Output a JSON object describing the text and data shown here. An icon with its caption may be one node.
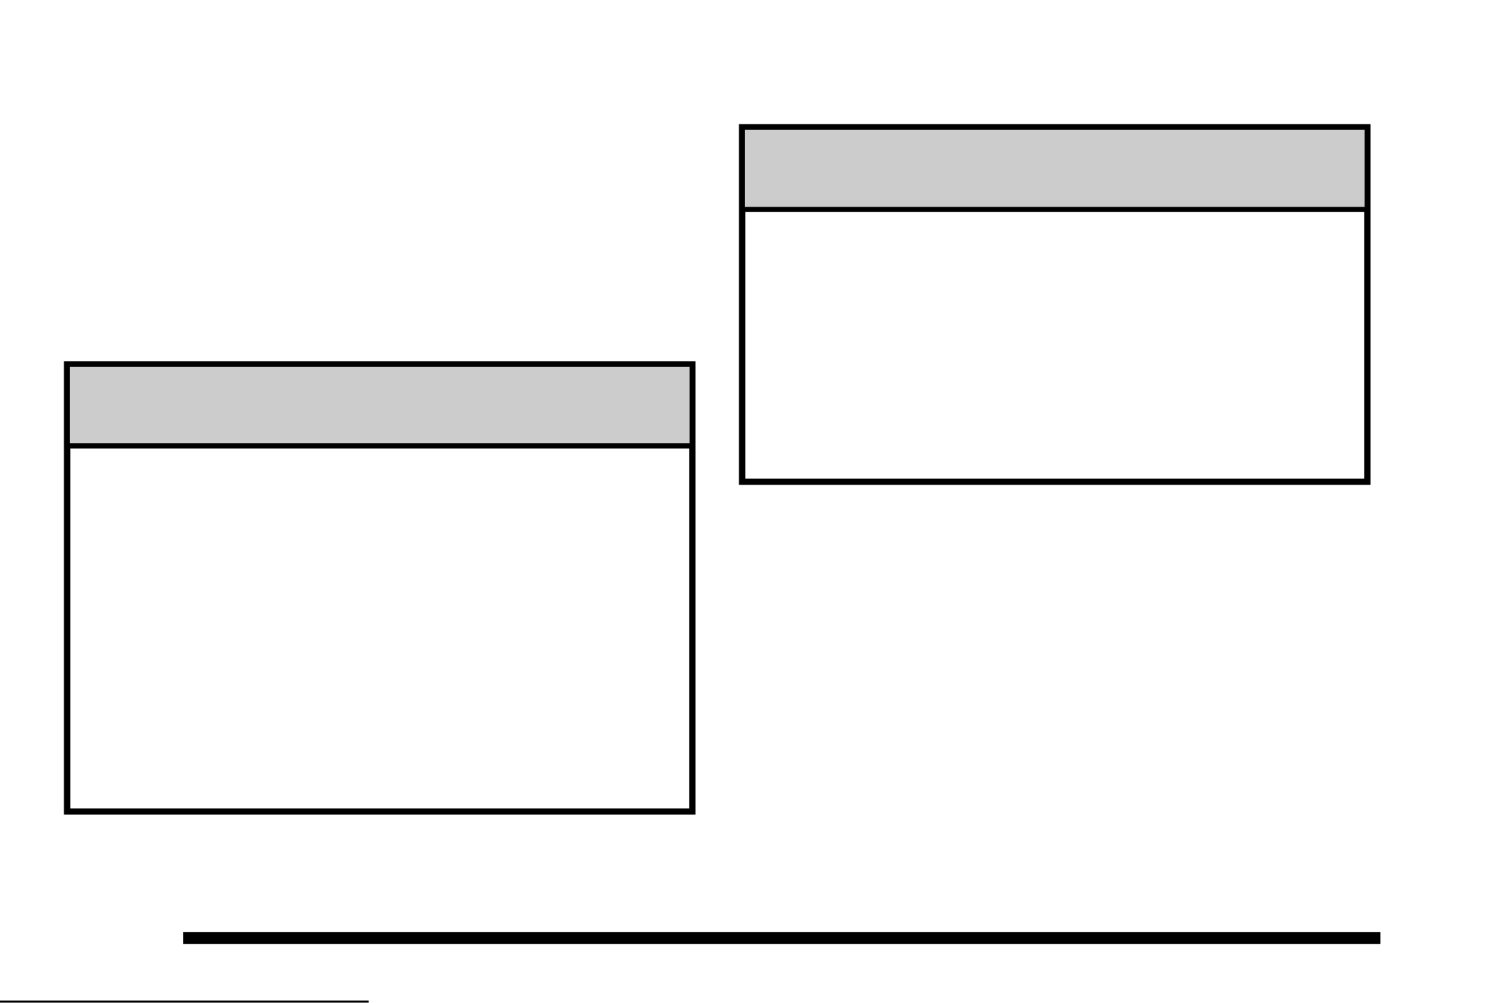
{
  "diagram": {
    "nodes": [
      {
        "text": [],
        "shape": "box"
      },
      {
        "text": [],
        "shape": "bar",
        "in": 0
      },
      {
        "text": [],
        "shape": "box"
      },
      {
        "text": [],
        "shape": "bar",
        "in": 2
      }
    ]
  }
}
